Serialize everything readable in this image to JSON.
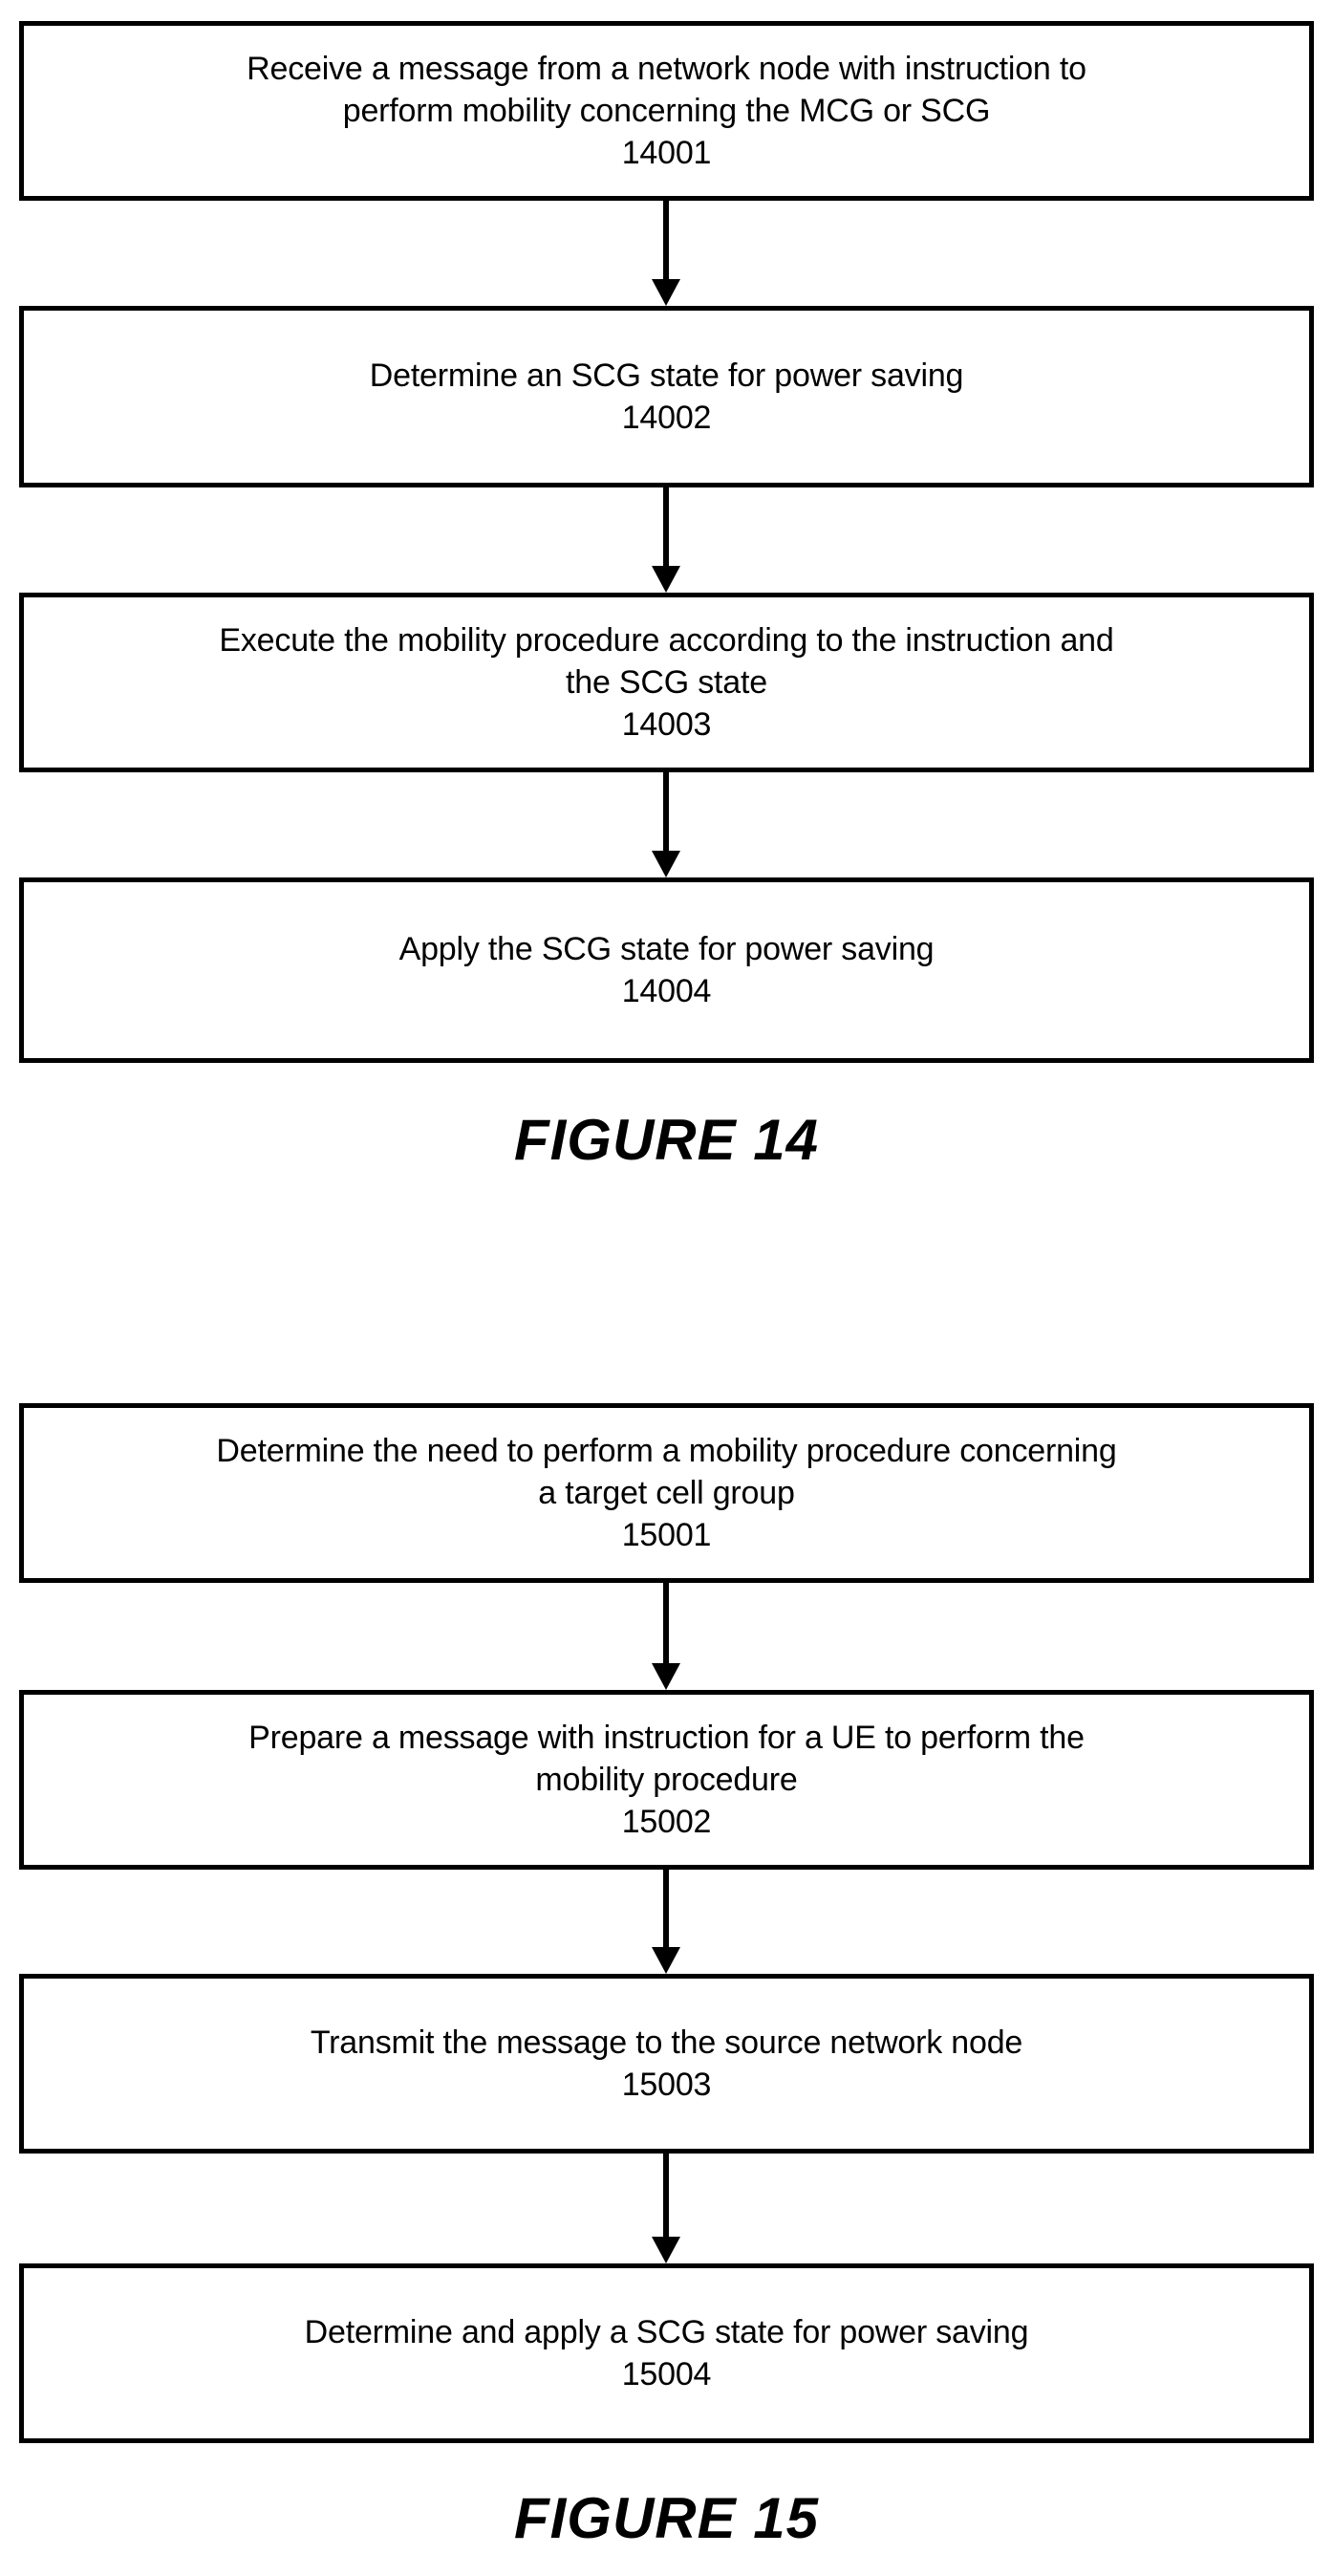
{
  "document": {
    "type": "patent-flowchart-sheet",
    "background_color": "#ffffff",
    "line_color": "#000000"
  },
  "figures": [
    {
      "id": "figure-14",
      "caption": "FIGURE 14",
      "steps": [
        {
          "ref": "14001",
          "text": "Receive a message from a network node with instruction to\nperform mobility concerning the MCG or SCG"
        },
        {
          "ref": "14002",
          "text": "Determine an SCG state for power saving"
        },
        {
          "ref": "14003",
          "text": "Execute the mobility procedure according to the instruction and\nthe SCG state"
        },
        {
          "ref": "14004",
          "text": "Apply the SCG state for power saving"
        }
      ]
    },
    {
      "id": "figure-15",
      "caption": "FIGURE 15",
      "steps": [
        {
          "ref": "15001",
          "text": "Determine the need to perform a mobility procedure concerning\na target cell group"
        },
        {
          "ref": "15002",
          "text": "Prepare a message with instruction for a UE to perform the\nmobility procedure"
        },
        {
          "ref": "15003",
          "text": "Transmit the message to the source network node"
        },
        {
          "ref": "15004",
          "text": "Determine and apply a SCG state for power saving"
        }
      ]
    }
  ]
}
